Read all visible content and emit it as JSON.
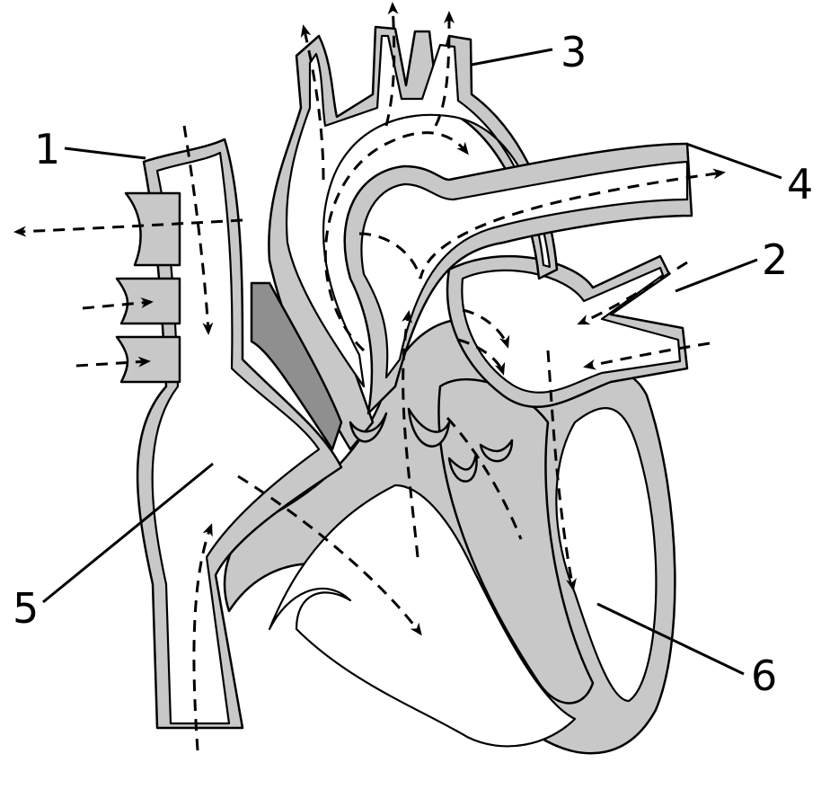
{
  "labels": [
    "1",
    "2",
    "3",
    "4",
    "5",
    "6"
  ],
  "colors": {
    "wall": "#c8c8c8",
    "wall_dark": "#8f8f8f",
    "outline": "#000000",
    "background": "#ffffff"
  }
}
